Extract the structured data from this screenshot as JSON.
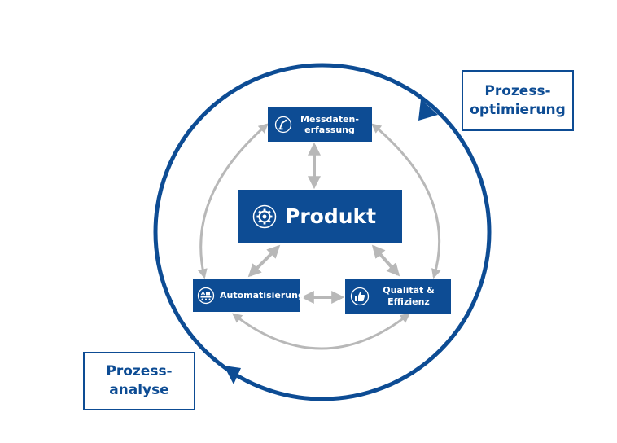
{
  "colors": {
    "primary": "#0d4c94",
    "connector": "#b8b8b8",
    "background": "#ffffff",
    "text_on_primary": "#ffffff"
  },
  "nodes": {
    "center": {
      "label": "Produkt",
      "icon": "gear-icon"
    },
    "top": {
      "label_lines": [
        "Messdaten-",
        "erfassung"
      ],
      "icon": "robot-arm-icon"
    },
    "bottom_left": {
      "label": "Automatisierung",
      "icon": "conveyor-icon"
    },
    "bottom_right": {
      "label_lines": [
        "Qualität &",
        "Effizienz"
      ],
      "icon": "thumbs-up-icon"
    }
  },
  "process": {
    "optimization": {
      "label_lines": [
        "Prozess-",
        "optimierung"
      ]
    },
    "analysis": {
      "label_lines": [
        "Prozess-",
        "analyse"
      ]
    }
  }
}
